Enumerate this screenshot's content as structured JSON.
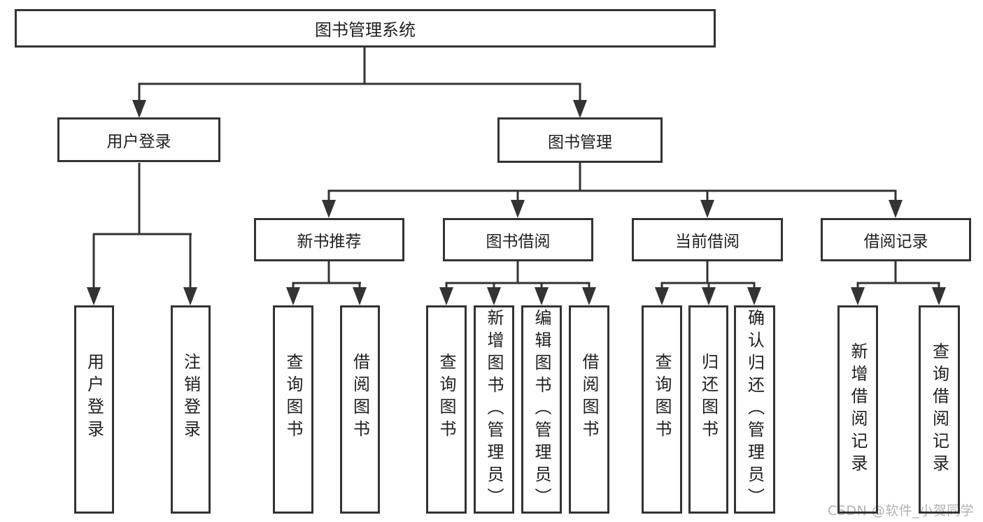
{
  "tree": {
    "root": "图书管理系统",
    "branches": [
      {
        "label": "用户登录",
        "children": [
          "用户登录",
          "注销登录"
        ]
      },
      {
        "label": "图书管理",
        "groups": [
          {
            "label": "新书推荐",
            "children": [
              "查询图书",
              "借阅图书"
            ]
          },
          {
            "label": "图书借阅",
            "children": [
              "查询图书",
              "新增图书（管理员）",
              "编辑图书（管理员）",
              "借阅图书"
            ]
          },
          {
            "label": "当前借阅",
            "children": [
              "查询图书",
              "归还图书",
              "确认归还（管理员）"
            ]
          },
          {
            "label": "借阅记录",
            "children": [
              "新增借阅记录",
              "查询借阅记录"
            ]
          }
        ]
      }
    ]
  },
  "watermark": {
    "text": "CSDN @软件_小贺同学"
  },
  "colors": {
    "line": "#333333",
    "box_border": "#333333",
    "text": "#1f1f1f",
    "watermark": "#b2b2b2",
    "background": "#ffffff"
  }
}
